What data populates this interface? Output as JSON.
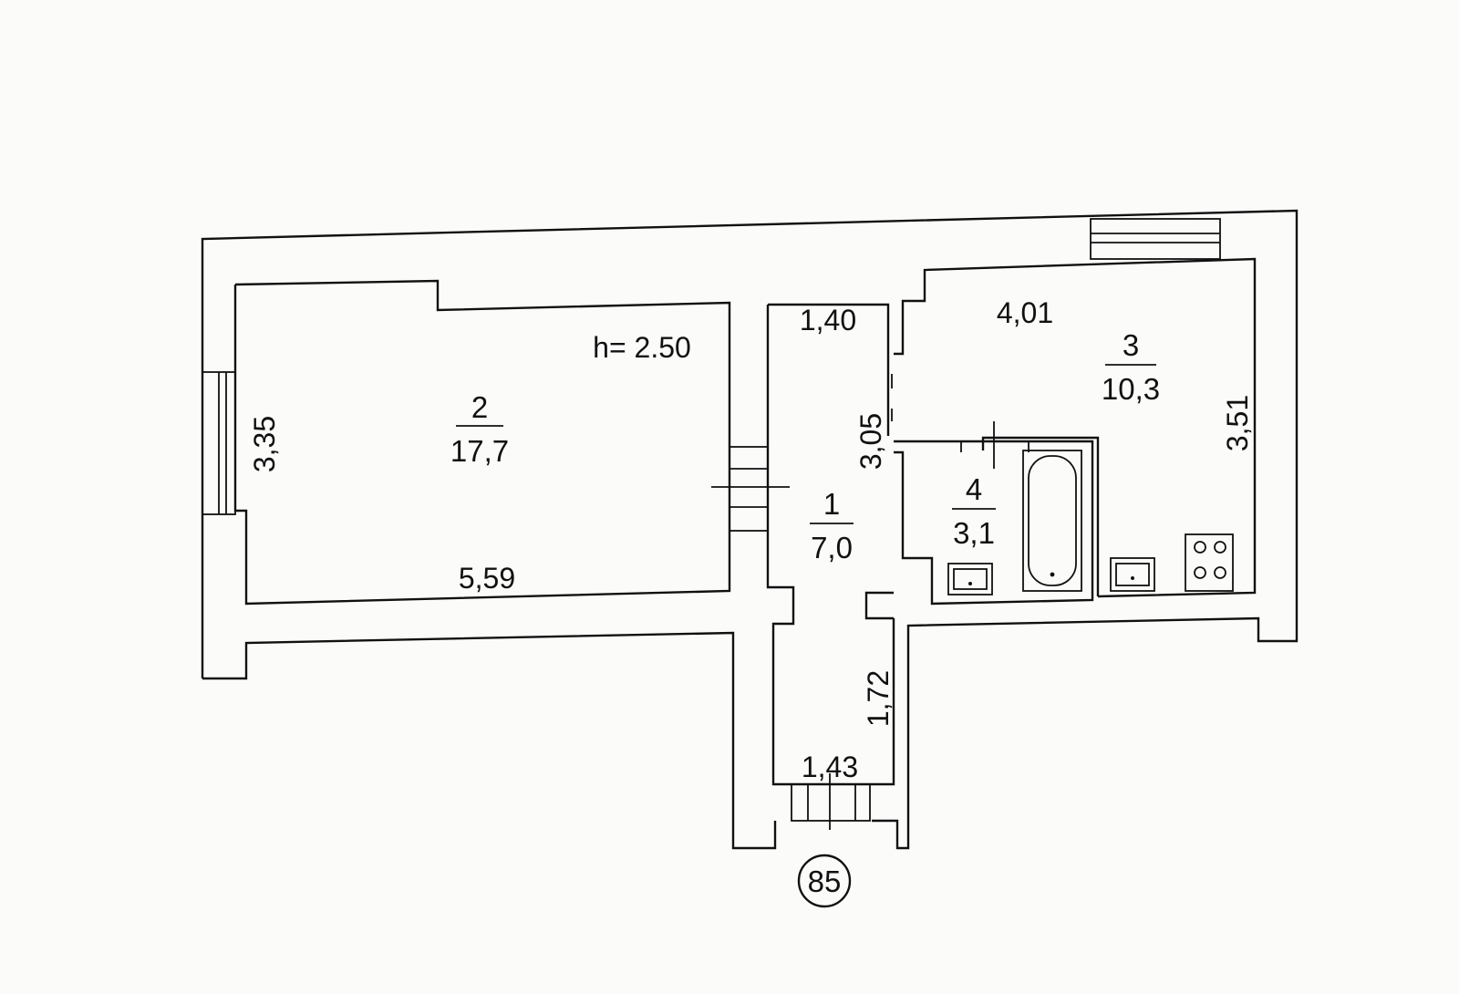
{
  "floor_plan": {
    "ceiling_height": "h= 2.50",
    "rooms": [
      {
        "number": "1",
        "area": "7,0"
      },
      {
        "number": "2",
        "area": "17,7"
      },
      {
        "number": "3",
        "area": "10,3"
      },
      {
        "number": "4",
        "area": "3,1"
      }
    ],
    "dimensions": {
      "room2_width": "5,59",
      "room2_depth": "3,35",
      "hall_top_width": "1,40",
      "hall_length": "3,05",
      "vestibule_length": "1,72",
      "entrance_width": "1,43",
      "kitchen_width": "4,01",
      "kitchen_depth": "3,51"
    },
    "apartment_number": "85"
  }
}
